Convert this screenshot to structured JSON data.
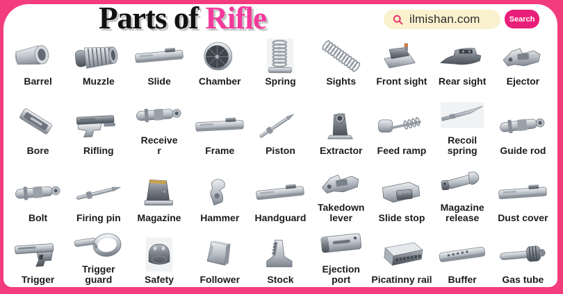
{
  "title": {
    "prefix": "Parts of ",
    "accent": "Rifle"
  },
  "search": {
    "query": "ilmishan.com",
    "button_label": "Search",
    "icon": "magnifier-icon"
  },
  "colors": {
    "frame": "#F33C7D",
    "accent_text": "#F5399B",
    "search_pill": "#FAF2CF",
    "search_button": "#E91E78",
    "search_icon": "#E8336B",
    "label": "#1B1B1B",
    "front_sight_dot": "#E8721C",
    "magazine_top": "#C9A24A",
    "metal_light": "#EDEFF1",
    "metal_dark": "#4B5159"
  },
  "parts": [
    {
      "label": "Barrel",
      "icon": "barrel"
    },
    {
      "label": "Muzzle",
      "icon": "muzzle"
    },
    {
      "label": "Slide",
      "icon": "slide-bar"
    },
    {
      "label": "Chamber",
      "icon": "funnel"
    },
    {
      "label": "Spring",
      "icon": "coil-spring"
    },
    {
      "label": "Sights",
      "icon": "diagonal-spring"
    },
    {
      "label": "Front sight",
      "icon": "front-sight"
    },
    {
      "label": "Rear sight",
      "icon": "rear-sight"
    },
    {
      "label": "Ejector",
      "icon": "bracket"
    },
    {
      "label": "Bore",
      "icon": "bore"
    },
    {
      "label": "Rifling",
      "icon": "gun-body"
    },
    {
      "label": "Receive\nr",
      "icon": "receiver"
    },
    {
      "label": "Frame",
      "icon": "frame-bar"
    },
    {
      "label": "Piston",
      "icon": "piston"
    },
    {
      "label": "Extractor",
      "icon": "extractor"
    },
    {
      "label": "Feed ramp",
      "icon": "feed-ramp"
    },
    {
      "label": "Recoil\nspring",
      "icon": "recoil-spring"
    },
    {
      "label": "Guide rod",
      "icon": "guide-rod"
    },
    {
      "label": "Bolt",
      "icon": "bolt"
    },
    {
      "label": "Firing pin",
      "icon": "firing-pin"
    },
    {
      "label": "Magazine",
      "icon": "magazine"
    },
    {
      "label": "Hammer",
      "icon": "hammer"
    },
    {
      "label": "Handguard",
      "icon": "handguard-bar"
    },
    {
      "label": "Takedown\nlever",
      "icon": "takedown-lever"
    },
    {
      "label": "Slide stop",
      "icon": "slide-stop"
    },
    {
      "label": "Magazine\nrelease",
      "icon": "magazine-release"
    },
    {
      "label": "Dust cover",
      "icon": "dust-cover-bar"
    },
    {
      "label": "Trigger",
      "icon": "trigger-body"
    },
    {
      "label": "Trigger guard",
      "icon": "trigger-guard-loop"
    },
    {
      "label": "Safety",
      "icon": "safety-dome"
    },
    {
      "label": "Follower",
      "icon": "follower"
    },
    {
      "label": "Stock",
      "icon": "stock"
    },
    {
      "label": "Ejection\nport",
      "icon": "ejection-port-bar"
    },
    {
      "label": "Picatinny rail",
      "icon": "rail"
    },
    {
      "label": "Buffer",
      "icon": "buffer-bar"
    },
    {
      "label": "Gas tube",
      "icon": "gas-tube"
    }
  ]
}
